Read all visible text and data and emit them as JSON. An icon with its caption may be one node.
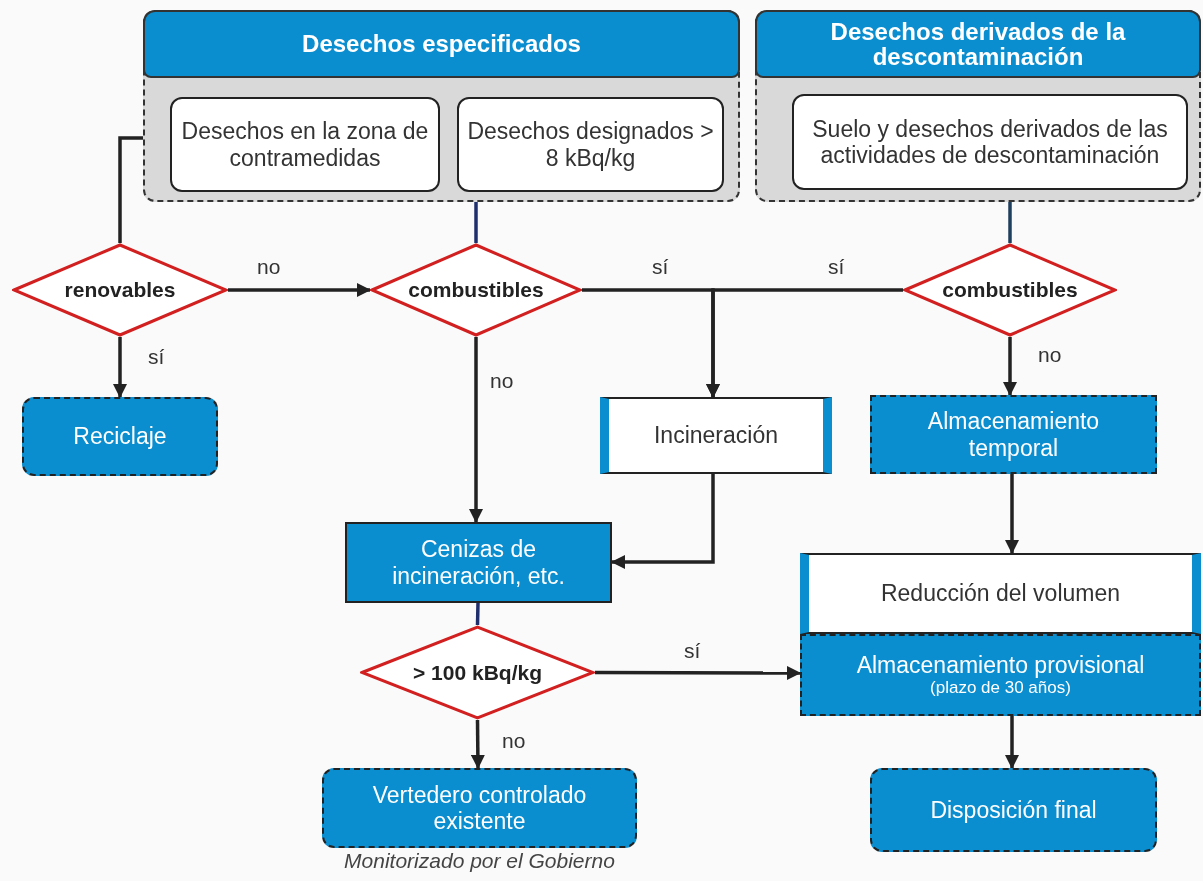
{
  "diagram": {
    "nodes": [
      {
        "text": [
          "Desechos especificados"
        ]
      },
      {
        "text": [
          "Desechos en la zona de contramedidas"
        ],
        "in": 0
      },
      {
        "text": [
          "Desechos designados > 8 kBq/kg"
        ],
        "in": 0
      },
      {
        "text": [
          "Desechos derivados de la descontaminación"
        ]
      },
      {
        "text": [
          "Suelo y desechos derivados de las actividades de descontaminación"
        ],
        "in": 3
      },
      {
        "text": [
          "renovables"
        ]
      },
      {
        "text": [
          "combustibles"
        ]
      },
      {
        "text": [
          "combustibles"
        ]
      },
      {
        "text": [
          "Reciclaje"
        ]
      },
      {
        "text": [
          "Incineración"
        ]
      },
      {
        "text": [
          "Almacenamiento temporal"
        ]
      },
      {
        "text": [
          "Cenizas de incineración, etc."
        ]
      },
      {
        "text": [
          "Reducción del volumen"
        ]
      },
      {
        "text": [
          "Almacenamiento provisional",
          "(plazo de 30 años)"
        ]
      },
      {
        "text": [
          "> 100 kBq/kg"
        ]
      },
      {
        "text": [
          "Vertedero controlado existente"
        ],
        "beside": [
          "Monitorizado por el Gobierno"
        ]
      },
      {
        "text": [
          "Disposición final"
        ]
      }
    ],
    "edges": [
      {
        "from": 0,
        "to": 5,
        "arrow": "none"
      },
      {
        "from": 5,
        "to": 6,
        "arrow": "to",
        "label": "no"
      },
      {
        "from": 5,
        "to": 8,
        "arrow": "to",
        "label": "sí"
      },
      {
        "from": 0,
        "to": 6,
        "arrow": "none",
        "color": "#1f2f6e"
      },
      {
        "from": 3,
        "to": 7,
        "arrow": "none",
        "color": "#1f3f5e"
      },
      {
        "from": 6,
        "to": 9,
        "arrow": "to",
        "label": "sí"
      },
      {
        "from": 7,
        "to": 9,
        "arrow": "to",
        "label": "sí"
      },
      {
        "from": 6,
        "to": 11,
        "arrow": "to",
        "label": "no"
      },
      {
        "from": 7,
        "to": 10,
        "arrow": "to",
        "label": "no"
      },
      {
        "from": 9,
        "to": 11,
        "arrow": "to"
      },
      {
        "from": 10,
        "to": 12,
        "arrow": "to"
      },
      {
        "from": 11,
        "to": 14,
        "arrow": "none",
        "color": "#1f2f6e"
      },
      {
        "from": 14,
        "to": 13,
        "arrow": "to",
        "label": "sí"
      },
      {
        "from": 14,
        "to": 15,
        "arrow": "to",
        "label": "no"
      },
      {
        "from": 13,
        "to": 16,
        "arrow": "to"
      }
    ]
  }
}
